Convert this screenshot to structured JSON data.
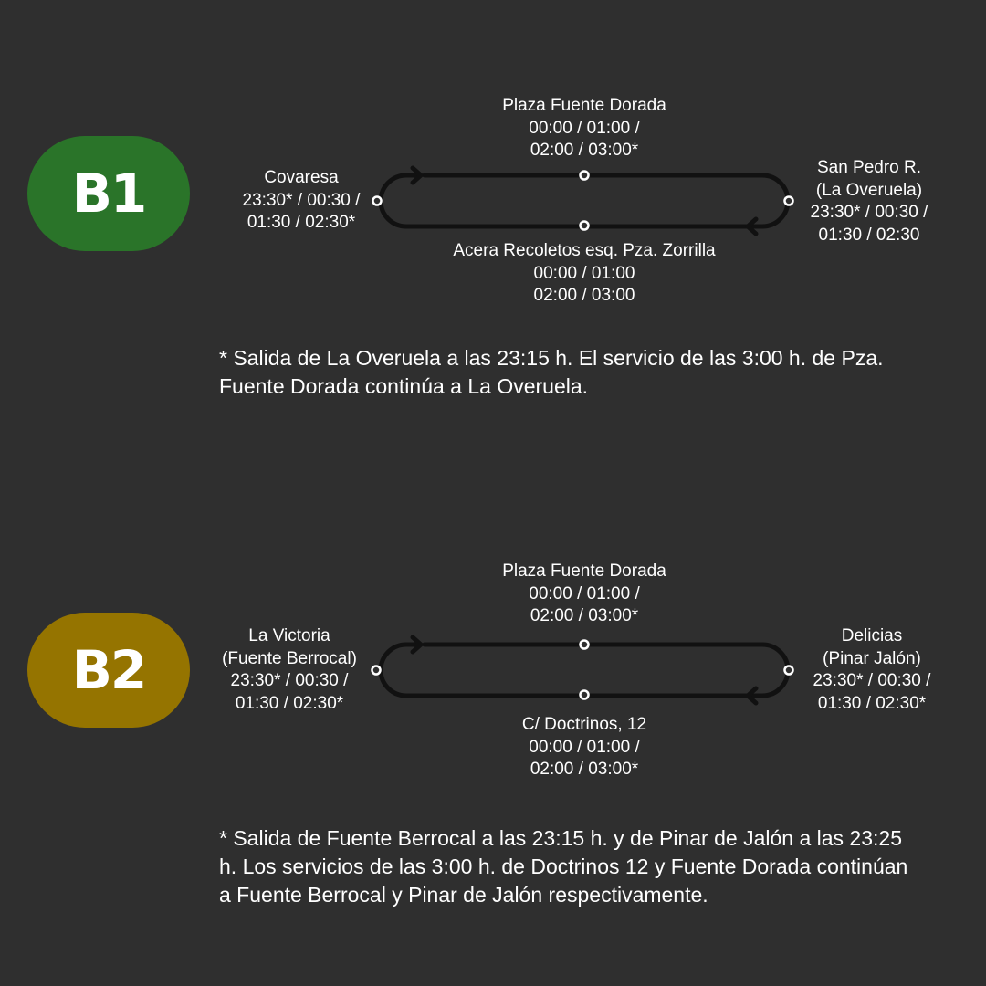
{
  "colors": {
    "background": "#2f2f2f",
    "b1": "#2a7429",
    "b2": "#957400",
    "line": "#111111"
  },
  "routes": [
    {
      "code": "B1",
      "top": {
        "name": "Plaza Fuente Dorada",
        "times": [
          "00:00 / 01:00 /",
          "02:00 / 03:00*"
        ]
      },
      "bottom": {
        "name": "Acera Recoletos esq. Pza. Zorrilla",
        "times": [
          "00:00 / 01:00",
          "02:00 / 03:00"
        ]
      },
      "left": {
        "name": [
          "Covaresa"
        ],
        "times": [
          "23:30* / 00:30 /",
          "01:30 / 02:30*"
        ]
      },
      "right": {
        "name": [
          "San Pedro R.",
          "(La Overuela)"
        ],
        "times": [
          "23:30* / 00:30 /",
          "01:30 / 02:30"
        ]
      },
      "note": "* Salida de La Overuela a las 23:15 h. El servicio de las 3:00 h. de Pza. Fuente Dorada continúa a La Overuela."
    },
    {
      "code": "B2",
      "top": {
        "name": "Plaza Fuente Dorada",
        "times": [
          "00:00 / 01:00 /",
          "02:00 / 03:00*"
        ]
      },
      "bottom": {
        "name": "C/ Doctrinos, 12",
        "times": [
          "00:00 / 01:00 /",
          "02:00 / 03:00*"
        ]
      },
      "left": {
        "name": [
          "La Victoria",
          "(Fuente Berrocal)"
        ],
        "times": [
          "23:30* / 00:30 /",
          "01:30 / 02:30*"
        ]
      },
      "right": {
        "name": [
          "Delicias",
          "(Pinar Jalón)"
        ],
        "times": [
          "23:30* / 00:30 /",
          "01:30 / 02:30*"
        ]
      },
      "note": "* Salida de Fuente Berrocal a las 23:15 h. y de Pinar de Jalón a las 23:25 h. Los servicios de las 3:00 h. de Doctrinos 12 y Fuente Dorada continúan a Fuente Berrocal y Pinar de Jalón respectivamente."
    }
  ]
}
